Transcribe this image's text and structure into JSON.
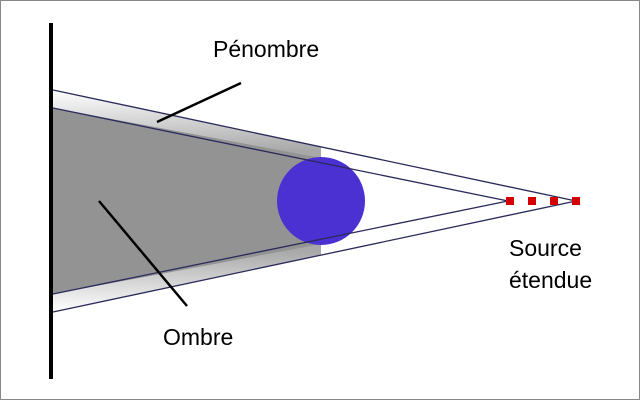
{
  "labels": {
    "penumbra": "Pénombre",
    "umbra": "Ombre",
    "source_line1": "Source",
    "source_line2": "étendue"
  },
  "colors": {
    "umbra": "#939393",
    "sphere": "#4b30d2",
    "source": "#d40000",
    "rays": "#2a2a5a",
    "screen": "#000000"
  },
  "source_point_count": 4
}
